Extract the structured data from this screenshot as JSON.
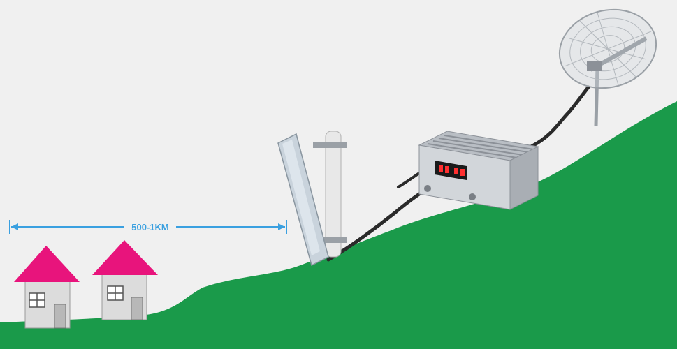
{
  "diagram": {
    "distance_label": "500-1KM",
    "colors": {
      "background": "#f0f0f0",
      "hill": "#1a9a4a",
      "roof": "#e8147c",
      "wall": "#dcdcdc",
      "distance_line": "#3aa0e0",
      "cable": "#333333",
      "repeater_body": "#c8ccd0",
      "display": "#1a1a1a",
      "display_digits": "#ff3030"
    },
    "nodes": [
      {
        "id": "house-1",
        "type": "house"
      },
      {
        "id": "house-2",
        "type": "house"
      },
      {
        "id": "indoor-panel-antenna",
        "type": "sector panel antenna"
      },
      {
        "id": "repeater",
        "type": "signal repeater unit"
      },
      {
        "id": "outdoor-grid-antenna",
        "type": "parabolic grid antenna"
      }
    ],
    "edges": [
      {
        "from": "indoor-panel-antenna",
        "to": "repeater",
        "kind": "cable"
      },
      {
        "from": "repeater",
        "to": "outdoor-grid-antenna",
        "kind": "cable"
      }
    ]
  }
}
